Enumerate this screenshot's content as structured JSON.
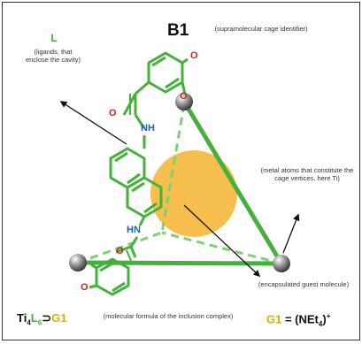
{
  "title": "B1",
  "title_note": "(supramolecular cage identifier)",
  "ligand": {
    "symbol": "L",
    "note": "(ligands, that enclose the cavity)"
  },
  "metal_note": "(metal atoms that constitute the cage vertices, here Ti)",
  "guest_note": "(encapsulated guest molecule)",
  "formula": {
    "prefix": "Ti",
    "sub4": "4",
    "ligand": "L",
    "sub6": "6",
    "contains": "⊃",
    "guest": "G1",
    "note": "(molecular formula of the inclusion complex)"
  },
  "guest_def": {
    "name": "G1",
    "eq": " = ",
    "value": "(NEt",
    "sub": "4",
    "close": ")",
    "charge": "+"
  },
  "atoms": {
    "oxygen": "O",
    "amine": "NH",
    "amine2": "HN"
  },
  "colors": {
    "ligand_green": "#44b23a",
    "guest_gold": "#f5b83a",
    "metal_gray": "#8a8a8a",
    "accent_yellow": "#d7b200",
    "atom_red": "#c0282a",
    "atom_blue": "#1f5fb0"
  }
}
